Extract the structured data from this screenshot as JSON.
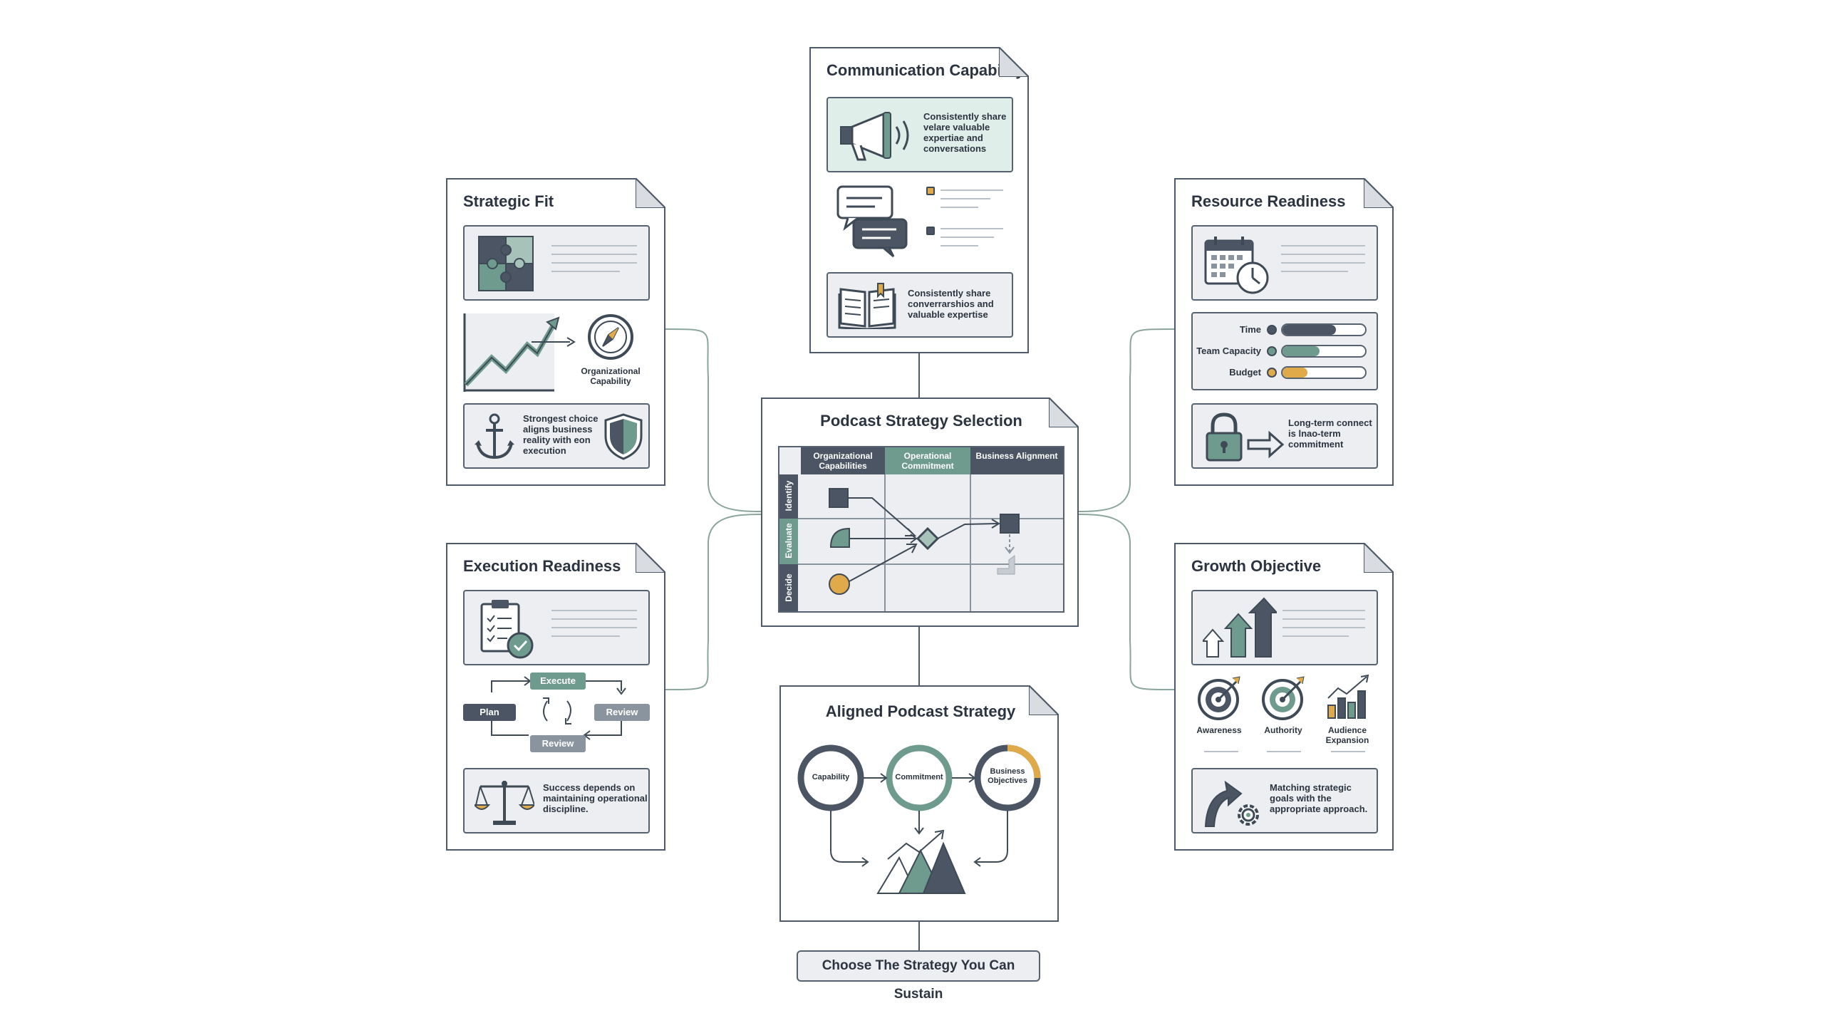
{
  "center": {
    "title": "Podcast Strategy Selection",
    "columns": [
      "Organizational Capabilities",
      "Operational Commitment",
      "Business Alignment"
    ],
    "rows": [
      "Identify",
      "Evaluate",
      "Decide"
    ]
  },
  "communication": {
    "title": "Communication Capability",
    "panel1_text": "Consistently share velare valuable expertiae and conversations",
    "panel2_text": "Consistently share converrarshios and valuable expertise"
  },
  "strategic_fit": {
    "title": "Strategic Fit",
    "compass_label": "Organizational Capability",
    "panel_text": "Strongest choice aligns business reality with eon execution"
  },
  "resource": {
    "title": "Resource Readiness",
    "bars": [
      {
        "label": "Time",
        "level": 0.65,
        "color": "#4b5563"
      },
      {
        "label": "Team Capacity",
        "level": 0.45,
        "color": "#6f9b8f"
      },
      {
        "label": "Budget",
        "level": 0.3,
        "color": "#e0aa4a"
      }
    ],
    "panel_text": "Long-term connect is lnao-term commitment"
  },
  "execution": {
    "title": "Execution Readiness",
    "cycle": {
      "top": "Execute",
      "left": "Plan",
      "right": "Review",
      "bottom": "Review"
    },
    "panel_text": "Success depends on maintaining operational discipline."
  },
  "growth": {
    "title": "Growth Objective",
    "icons": [
      "Awareness",
      "Authority",
      "Audience Expansion"
    ],
    "panel_text": "Matching strategic goals with the appropriate approach."
  },
  "aligned": {
    "title": "Aligned Podcast Strategy",
    "circles": [
      "Capability",
      "Commitment",
      "Business Objectives"
    ]
  },
  "footer": {
    "text": "Choose The Strategy You Can Sustain"
  },
  "colors": {
    "dark": "#4b5563",
    "teal": "#6f9b8f",
    "mint": "#dfeee9",
    "gold": "#e0aa4a",
    "line": "#8aa59c"
  }
}
